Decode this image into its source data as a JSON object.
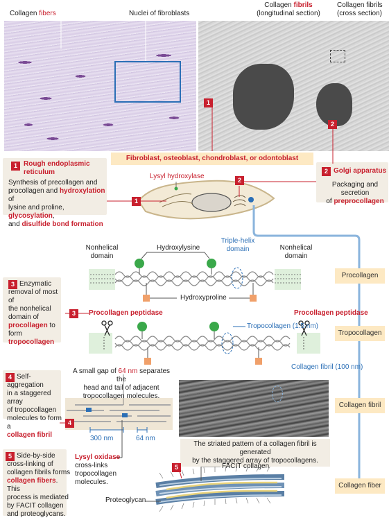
{
  "micrograph": {
    "collagen_fibers_prefix": "Collagen ",
    "collagen_fibers_red": "fibers",
    "nuclei_label": "Nuclei of fibroblasts",
    "fibrils_long_prefix": "Collagen ",
    "fibrils_long_red": "fibrils",
    "fibrils_long_sub": "(longitudinal section)",
    "fibrils_cross": "Collagen fibrils",
    "fibrils_cross_sub": "(cross section)",
    "marker1": "1",
    "marker2": "2"
  },
  "cell_type_banner": "Fibroblast, osteoblast, chondroblast, or odontoblast",
  "rer": {
    "num": "1",
    "title": "Rough endoplasmic reticulum",
    "t1": "Synthesis of precollagen and",
    "t2a": "procollagen and ",
    "t2b": "hydroxylation",
    "t2c": " of",
    "t3a": "lysine and proline, ",
    "t3b": "glycosylation",
    "t3c": ",",
    "t4a": "and ",
    "t4b": "disulfide bond formation"
  },
  "golgi": {
    "num": "2",
    "title": "Golgi apparatus",
    "t1": "Packaging and secretion",
    "t2a": "of ",
    "t2b": "preprocollagen"
  },
  "cell": {
    "lysyl_hydroxylase": "Lysyl hydroxylase",
    "m1": "1",
    "m2": "2"
  },
  "procollagen_diagram": {
    "nonhelical_left": "Nonhelical domain",
    "hydroxylysine": "Hydroxylysine",
    "triple_helix": "Triple-helix domain",
    "nonhelical_right": "Nonhelical domain",
    "hydroxyproline": "Hydroxyproline"
  },
  "step3": {
    "num": "3",
    "t1": "Enzymatic",
    "t2": "removal of most of",
    "t3": "the nonhelical",
    "t4": "domain of",
    "t5": "procollagen",
    "t6": " to",
    "t7": "form",
    "t8": "tropocollagen",
    "peptidase_left": "Procollagen peptidase",
    "peptidase_right": "Procollagen peptidase",
    "tropocollagen_label": "Tropocollagen (1.5 nm)",
    "arrow_num": "3"
  },
  "step4": {
    "num": "4",
    "t1": "Self-aggregation",
    "t2": "in a staggered array",
    "t3": "of tropocollagen",
    "t4": "molecules to form a",
    "t5": "collagen fibril",
    "gap_a": "A small gap of ",
    "gap_b": "64 nm",
    "gap_c": " separates the",
    "gap_2": "head and tail of adjacent",
    "gap_3": "tropocollagen molecules.",
    "nm300": "300 nm",
    "nm64": "64 nm",
    "lysyl_oxidase": "Lysyl oxidase",
    "lo1": "cross-links",
    "lo2": "tropocollagen",
    "lo3": "molecules.",
    "fibril_label": "Collagen fibril (100 nm)",
    "caption1": "The striated pattern of a collagen fibril is generated",
    "caption2": "by the staggered array of tropocollagens.",
    "marker": "4"
  },
  "step5": {
    "num": "5",
    "t1": "Side-by-side",
    "t2": "cross-linking of",
    "t3": "collagen fibrils forms",
    "t4": "collagen fibers",
    "t4b": ". This",
    "t5": "process is mediated",
    "t6": "by FACIT collagen",
    "t7": "and proteoglycans.",
    "facit": "FACIT collagen",
    "proteoglycan": "Proteoglycan",
    "marker": "5"
  },
  "flow": [
    "Procollagen",
    "Tropocollagen",
    "Collagen fibril",
    "Collagen fiber"
  ],
  "colors": {
    "red": "#c8202e",
    "blue": "#2b6fb6",
    "orange_box": "#fde9c3",
    "beige_box": "#f2ede4"
  }
}
